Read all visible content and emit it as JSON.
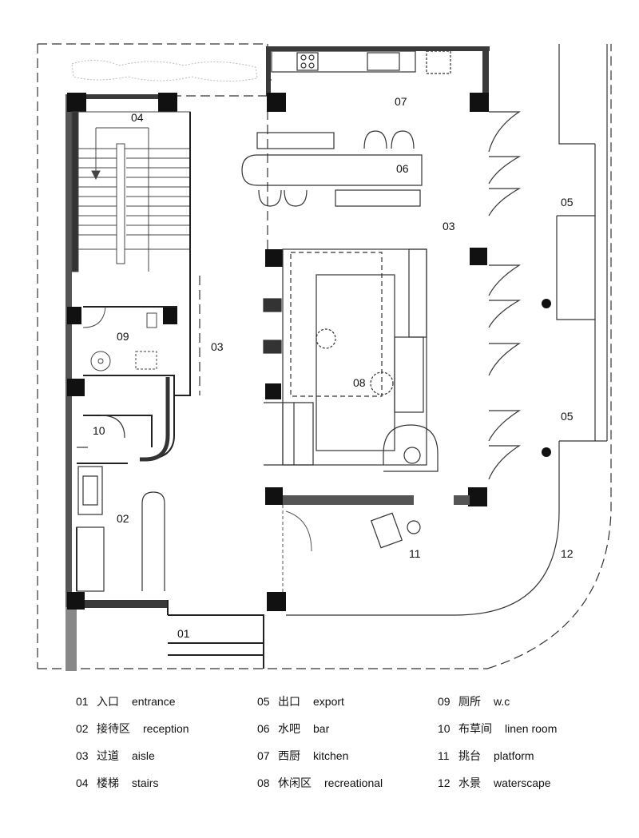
{
  "room_labels": {
    "r01": "01",
    "r02": "02",
    "r03a": "03",
    "r03b": "03",
    "r04": "04",
    "r05a": "05",
    "r05b": "05",
    "r06": "06",
    "r07": "07",
    "r08": "08",
    "r09": "09",
    "r10": "10",
    "r11": "11",
    "r12": "12"
  },
  "legend": [
    {
      "num": "01",
      "cn": "入口",
      "en": "entrance"
    },
    {
      "num": "02",
      "cn": "接待区",
      "en": "reception"
    },
    {
      "num": "03",
      "cn": "过道",
      "en": "aisle"
    },
    {
      "num": "04",
      "cn": "楼梯",
      "en": "stairs"
    },
    {
      "num": "05",
      "cn": "出口",
      "en": "export"
    },
    {
      "num": "06",
      "cn": "水吧",
      "en": "bar"
    },
    {
      "num": "07",
      "cn": "西厨",
      "en": "kitchen"
    },
    {
      "num": "08",
      "cn": "休闲区",
      "en": "recreational"
    },
    {
      "num": "09",
      "cn": "厕所",
      "en": "w.c"
    },
    {
      "num": "10",
      "cn": "布草间",
      "en": "linen room"
    },
    {
      "num": "11",
      "cn": "挑台",
      "en": "platform"
    },
    {
      "num": "12",
      "cn": "水景",
      "en": "waterscape"
    }
  ]
}
